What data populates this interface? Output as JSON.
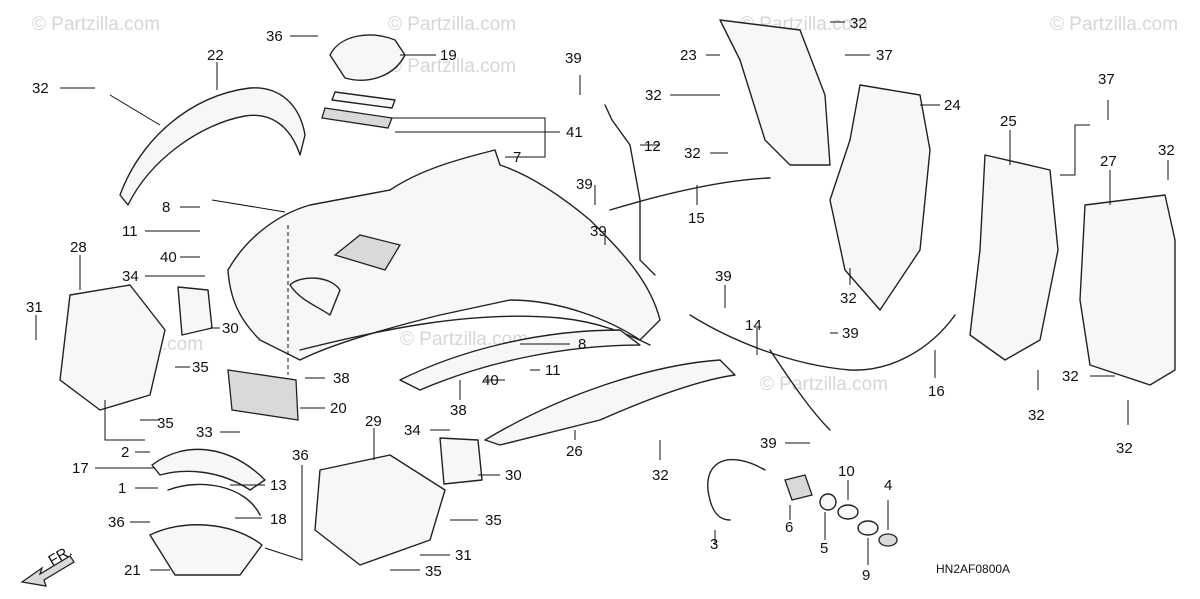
{
  "diagram": {
    "code": "HN2AF0800A",
    "direction_label": "FR.",
    "watermarks": [
      "© Partzilla.com",
      "© Partzilla.com",
      "© Partzilla.com",
      "© Partzilla.com",
      "© Partzilla.com",
      "© Partzilla.com",
      "© Partzilla.com",
      "© Partzilla.com"
    ],
    "callouts": [
      "36",
      "19",
      "22",
      "32",
      "41",
      "7",
      "8",
      "11",
      "40",
      "34",
      "28",
      "31",
      "30",
      "35",
      "38",
      "20",
      "33",
      "35",
      "2",
      "17",
      "1",
      "36",
      "21",
      "13",
      "18",
      "36",
      "29",
      "30",
      "35",
      "31",
      "35",
      "34",
      "8",
      "11",
      "40",
      "38",
      "26",
      "32",
      "39",
      "32",
      "39",
      "39",
      "12",
      "15",
      "39",
      "23",
      "32",
      "32",
      "37",
      "24",
      "32",
      "39",
      "14",
      "39",
      "16",
      "3",
      "6",
      "5",
      "10",
      "9",
      "4",
      "25",
      "37",
      "32",
      "27",
      "32",
      "32",
      "32"
    ]
  }
}
